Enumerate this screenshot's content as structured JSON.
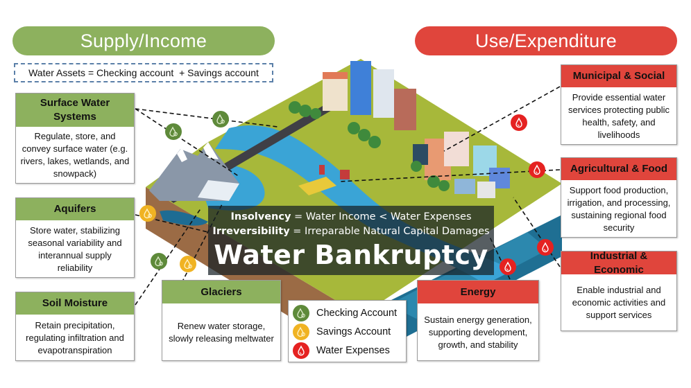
{
  "header": {
    "supply_title": "Supply/Income",
    "use_title": "Use/Expenditure",
    "assets_equation": "Water Assets = Checking account  + Savings account"
  },
  "supply_cards": [
    {
      "title": "Surface Water Systems",
      "title_line1": "Surface Water",
      "title_line2": "Systems",
      "body": "Regulate, store, and convey surface water (e.g. rivers, lakes, wetlands, and snowpack)",
      "account": "checking"
    },
    {
      "title": "Aquifers",
      "body": "Store water, stabilizing seasonal variability and interannual supply reliability",
      "account": "savings"
    },
    {
      "title": "Soil Moisture",
      "body": "Retain precipitation, regulating infiltration and evapotranspiration",
      "account": "checking"
    },
    {
      "title": "Glaciers",
      "body": "Renew water storage, slowly releasing meltwater",
      "account": "savings"
    }
  ],
  "use_cards": [
    {
      "title": "Municipal & Social",
      "body": "Provide essential water services protecting public health, safety, and livelihoods"
    },
    {
      "title": "Agricultural & Food",
      "body": "Support food production, irrigation, and processing, sustaining regional food security"
    },
    {
      "title": "Industrial & Economic",
      "body": "Enable industrial and economic activities and support services"
    },
    {
      "title": "Energy",
      "body": "Sustain energy generation, supporting development, growth, and stability"
    }
  ],
  "banner": {
    "insolvency_term": "Insolvency",
    "insolvency_def": " = Water Income < Water Expenses",
    "irreversibility_term": "Irreversibility",
    "irreversibility_def": " = Irreparable Natural Capital Damages",
    "title": "Water Bankruptcy"
  },
  "legend": {
    "items": [
      {
        "icon": "checking-account-drop-icon",
        "label": "Checking Account",
        "color": "#5e8a3a"
      },
      {
        "icon": "savings-account-drop-icon",
        "label": "Savings Account",
        "color": "#f0b323"
      },
      {
        "icon": "water-expenses-drop-icon",
        "label": "Water Expenses",
        "color": "#e52221"
      }
    ]
  },
  "colors": {
    "supply_green": "#8db15e",
    "use_red": "#e0453c",
    "checking_green": "#5e8a3a",
    "savings_yellow": "#f0b323",
    "expense_red": "#e52221"
  }
}
